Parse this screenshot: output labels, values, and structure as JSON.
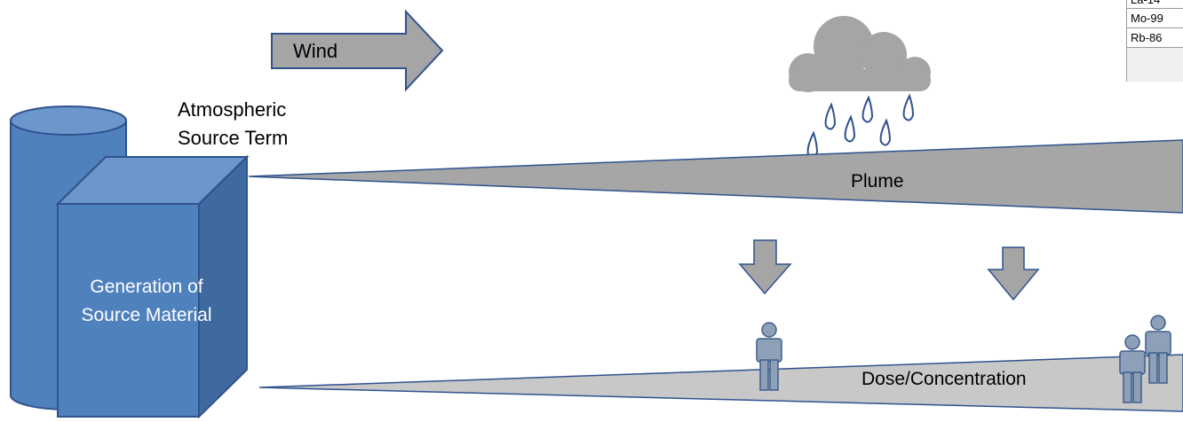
{
  "labels": {
    "wind": "Wind",
    "source_term_line1": "Atmospheric",
    "source_term_line2": "Source Term",
    "plume": "Plume",
    "dose": "Dose/Concentration",
    "generation": "Generation of Source Material"
  },
  "isotope_table": {
    "rows": [
      "La-14",
      "Mo-99",
      "Rb-86",
      ""
    ]
  },
  "colors": {
    "blue_fill": "#4f81bd",
    "blue_light": "#6b97cc",
    "blue_dark": "#3e6aa0",
    "blue_stroke": "#2f528f",
    "gray_fill": "#a5a5a5",
    "plume_fill": "#a6a6a6",
    "dose_fill": "#c8c8c8",
    "person_fill": "#8e9fb8"
  },
  "icons": [
    "arrow-right-icon",
    "cloud-icon",
    "raindrop-icon",
    "arrow-down-icon",
    "person-icon",
    "cylinder-icon",
    "cube-icon"
  ]
}
